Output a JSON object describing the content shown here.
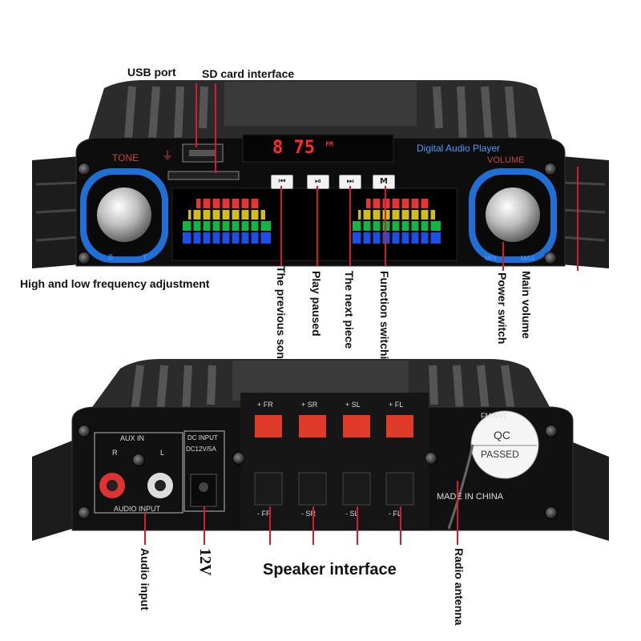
{
  "callouts": {
    "usb_port": "USB port",
    "sd_card": "SD card interface",
    "freq_adjust": "High and low frequency adjustment",
    "previous_song": "The previous song",
    "play_paused": "Play paused",
    "next_piece": "The next piece",
    "function_switching": "Function switching",
    "power_switch": "Power switch",
    "main_volume": "Main volume",
    "audio_input": "Audio input",
    "voltage": "12V",
    "speaker_interface": "Speaker interface",
    "radio_antenna": "Radio antenna"
  },
  "front_panel": {
    "tone_label": "TONE",
    "volume_label": "VOLUME",
    "brand_text": "Digital Audio Player",
    "display_value": "8 75",
    "display_unit": "FM",
    "bass_label": "B",
    "treble_label": "T",
    "min_label": "MIN",
    "max_label": "MAX",
    "buttons": [
      "⏮",
      "⏯",
      "⏭",
      "M"
    ]
  },
  "rear_panel": {
    "aux_in": "AUX IN",
    "right": "R",
    "left": "L",
    "audio_input_label": "AUDIO INPUT",
    "dc_input": "DC INPUT",
    "dc_spec": "DC12V/5A",
    "speaker_top": [
      "+ FR",
      "+ SR",
      "+ SL",
      "+ FL"
    ],
    "speaker_bottom": [
      "- FR",
      "- SR",
      "- SL",
      "- FL"
    ],
    "fm_ant": "FM ANT",
    "qc": "QC",
    "passed": "PASSED",
    "made_in": "MADE IN CHINA"
  },
  "colors": {
    "callout_line": "#d21e2b",
    "knob_ring": "#1f6fd6",
    "display_red": "#ff2a2a",
    "terminal_red": "#e03a2a"
  },
  "icons": {
    "usb": "usb-icon",
    "sd": "sd-card-icon",
    "prev": "skip-previous-icon",
    "play": "play-pause-icon",
    "next": "skip-next-icon",
    "mode": "mode-icon"
  }
}
